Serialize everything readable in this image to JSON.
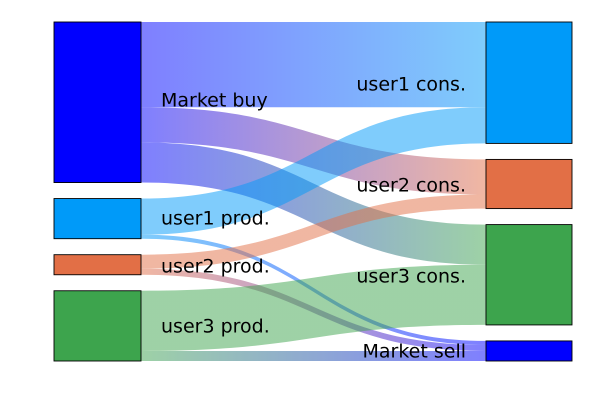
{
  "diagram": {
    "type": "sankey",
    "sources": [
      {
        "id": "market_buy",
        "label": "Market buy",
        "color": "#0000ff"
      },
      {
        "id": "user1_prod",
        "label": "user1 prod.",
        "color": "#009af9"
      },
      {
        "id": "user2_prod",
        "label": "user2 prod.",
        "color": "#e26f46"
      },
      {
        "id": "user3_prod",
        "label": "user3 prod.",
        "color": "#3da44d"
      }
    ],
    "targets": [
      {
        "id": "user1_cons",
        "label": "user1 cons.",
        "color": "#009af9"
      },
      {
        "id": "user2_cons",
        "label": "user2 cons.",
        "color": "#e26f46"
      },
      {
        "id": "user3_cons",
        "label": "user3 cons.",
        "color": "#3da44d"
      },
      {
        "id": "market_sell",
        "label": "Market sell",
        "color": "#0000ff"
      }
    ],
    "flows": [
      {
        "from": "market_buy",
        "to": "user1_cons",
        "value": 8.5
      },
      {
        "from": "market_buy",
        "to": "user2_cons",
        "value": 3.5
      },
      {
        "from": "market_buy",
        "to": "user3_cons",
        "value": 4.0
      },
      {
        "from": "user1_prod",
        "to": "user1_cons",
        "value": 3.6
      },
      {
        "from": "user1_prod",
        "to": "market_sell",
        "value": 0.4
      },
      {
        "from": "user2_prod",
        "to": "user2_cons",
        "value": 1.4
      },
      {
        "from": "user2_prod",
        "to": "market_sell",
        "value": 0.6
      },
      {
        "from": "user3_prod",
        "to": "user3_cons",
        "value": 6.0
      },
      {
        "from": "user3_prod",
        "to": "market_sell",
        "value": 1.0
      }
    ]
  }
}
